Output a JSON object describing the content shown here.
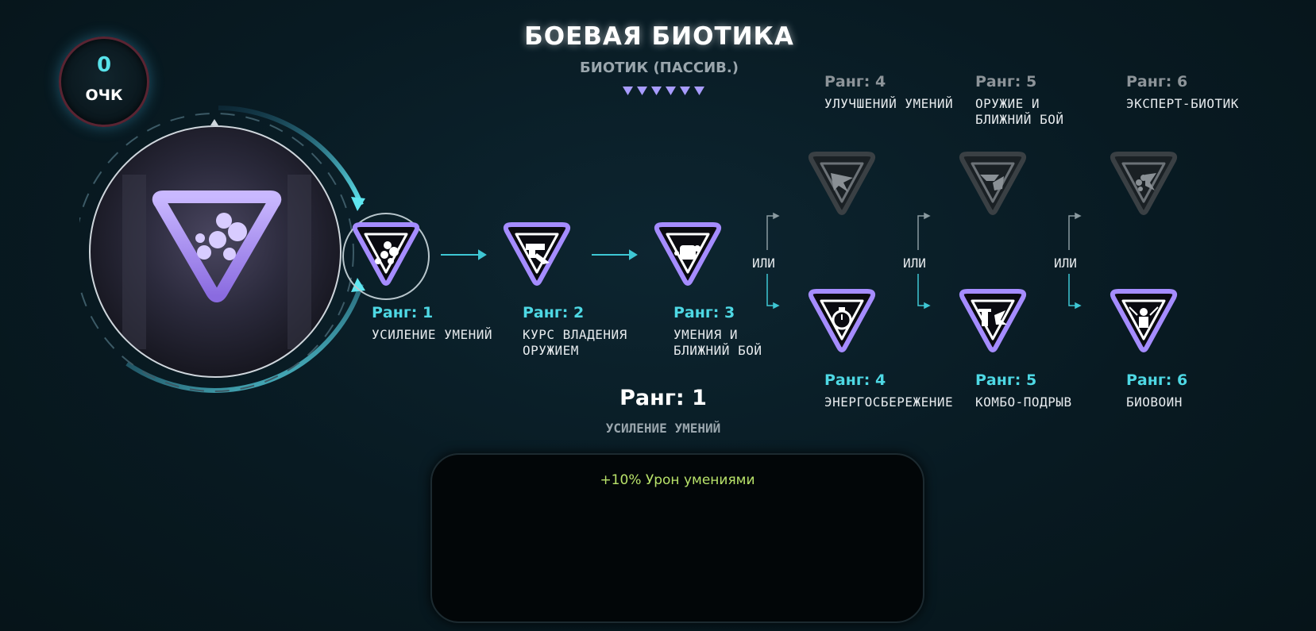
{
  "points": {
    "value": "0",
    "label": "ОЧК"
  },
  "header": {
    "title": "БОЕВАЯ БИОТИКА",
    "subtitle": "БИОТИК (ПАССИВ.)"
  },
  "rank_pips": 6,
  "or_label": "ИЛИ",
  "skills": [
    {
      "rank": "Ранг: 1",
      "name_lines": [
        "УСИЛЕНИЕ УМЕНИЙ",
        ""
      ],
      "state": "selected",
      "icon": "biotic-spheres-icon"
    },
    {
      "rank": "Ранг: 2",
      "name_lines": [
        "КУРС ВЛАДЕНИЯ",
        "ОРУЖИЕМ"
      ],
      "state": "unlocked",
      "icon": "pistol-icon"
    },
    {
      "rank": "Ранг: 3",
      "name_lines": [
        "УМЕНИЯ И",
        "БЛИЖНИЙ БОЙ"
      ],
      "state": "unlocked",
      "icon": "fist-icon"
    },
    {
      "rank": "Ранг: 4",
      "name_lines": [
        "УЛУЧШЕНИЙ УМЕНИЙ",
        ""
      ],
      "state": "locked",
      "icon": "biotic-hand-icon"
    },
    {
      "rank": "Ранг: 5",
      "name_lines": [
        "ОРУЖИЕ И",
        "БЛИЖНИЙ БОЙ"
      ],
      "state": "locked",
      "icon": "gun-fist-icon"
    },
    {
      "rank": "Ранг: 6",
      "name_lines": [
        "ЭКСПЕРТ-БИОТИК",
        ""
      ],
      "state": "locked",
      "icon": "biotic-burst-icon"
    },
    {
      "rank": "Ранг: 4",
      "name_lines": [
        "ЭНЕРГОСБЕРЕЖЕНИЕ",
        ""
      ],
      "state": "unlocked",
      "icon": "stopwatch-icon"
    },
    {
      "rank": "Ранг: 5",
      "name_lines": [
        "КОМБО-ПОДРЫВ",
        ""
      ],
      "state": "unlocked",
      "icon": "detonator-icon"
    },
    {
      "rank": "Ранг: 6",
      "name_lines": [
        "БИОВОИН",
        ""
      ],
      "state": "unlocked",
      "icon": "warrior-icon"
    }
  ],
  "selected": {
    "rank": "Ранг: 1",
    "name": "УСИЛЕНИЕ УМЕНИЙ",
    "effect": "+10% Урон умениями"
  },
  "colors": {
    "accent": "#4ed8e4",
    "purple": "#a58cff",
    "effect": "#b8e26a",
    "locked": "#8d9499"
  }
}
